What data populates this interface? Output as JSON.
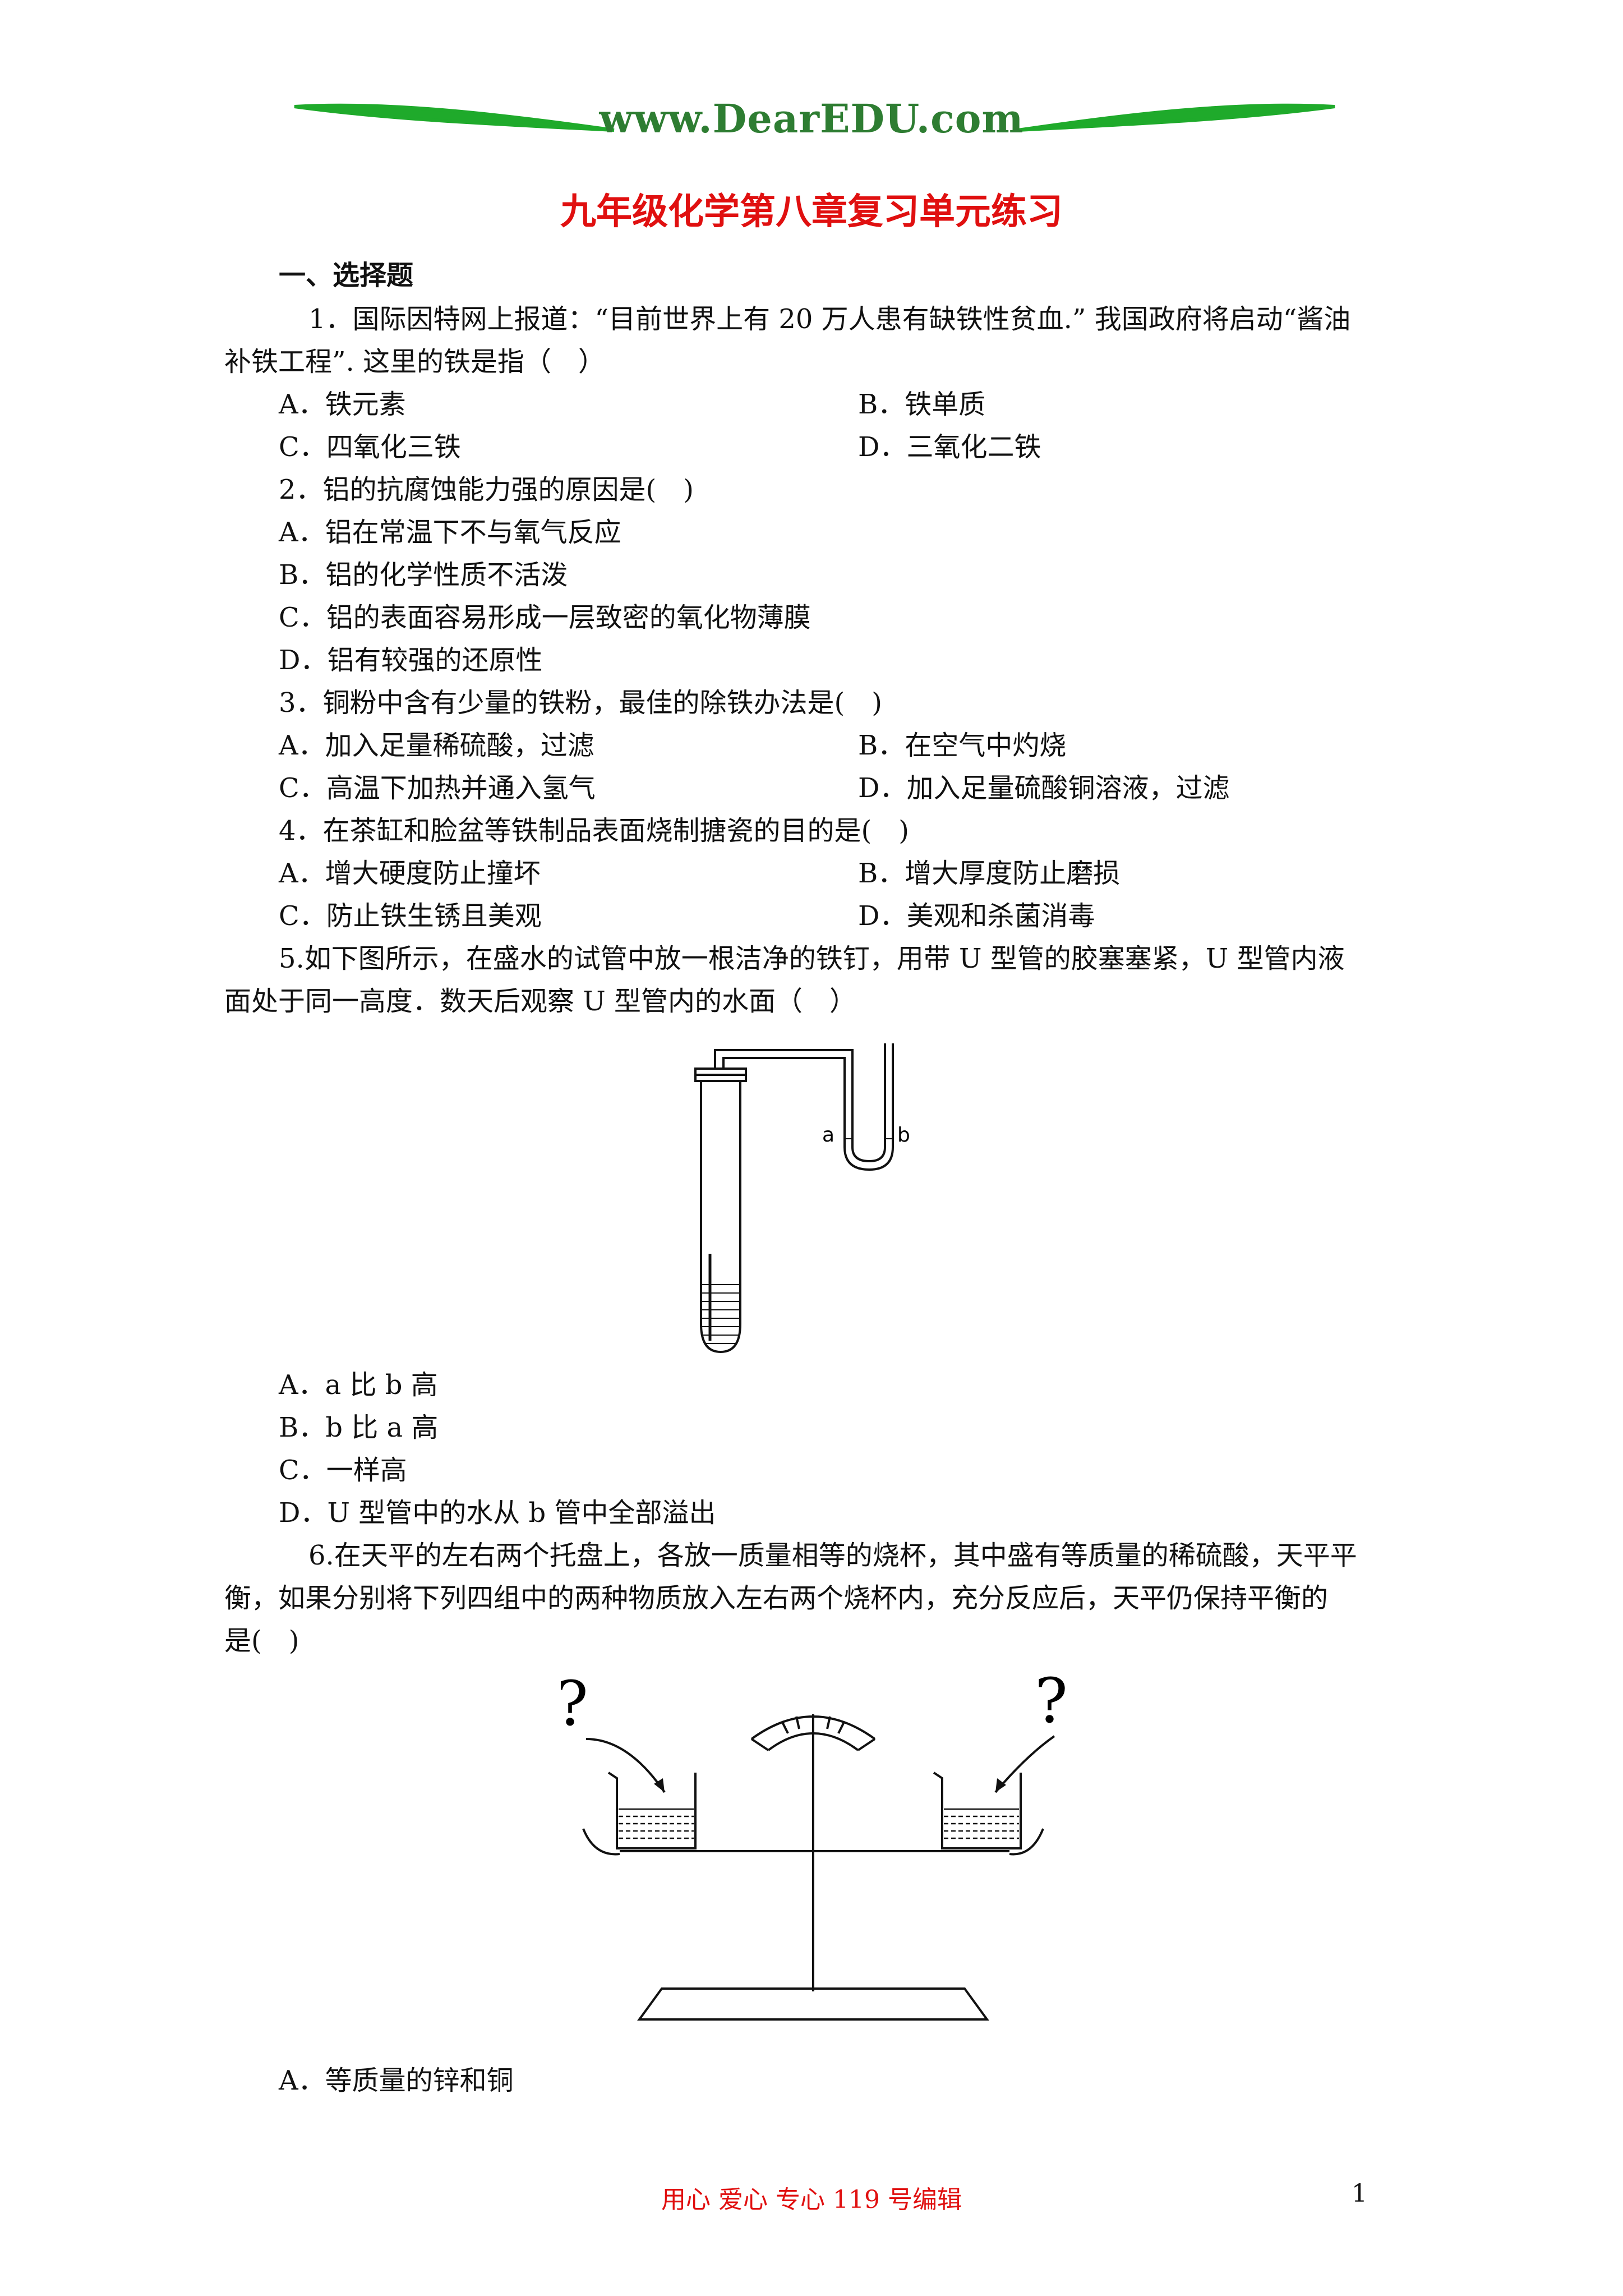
{
  "header": {
    "logo_text": "www.DearEDU.com",
    "logo_color": "#2e7d32",
    "swoosh_color": "#1faa2b"
  },
  "title": "九年级化学第八章复习单元练习",
  "title_color": "#e01010",
  "section1": "一、选择题",
  "q1": {
    "line1": "1．国际因特网上报道：“目前世界上有 20 万人患有缺铁性贫血.” 我国政府将启动“酱油",
    "line2": "补铁工程”. 这里的铁是指（　）",
    "a": "A．铁元素",
    "b": "B．铁单质",
    "c": "C．四氧化三铁",
    "d": "D．三氧化二铁"
  },
  "q2": {
    "stem": "2．铝的抗腐蚀能力强的原因是(　)",
    "a": "A．铝在常温下不与氧气反应",
    "b": "B．铝的化学性质不活泼",
    "c": "C．铝的表面容易形成一层致密的氧化物薄膜",
    "d": "D．铝有较强的还原性"
  },
  "q3": {
    "stem": "3．铜粉中含有少量的铁粉，最佳的除铁办法是(　)",
    "a": "A．加入足量稀硫酸，过滤",
    "b": "B．在空气中灼烧",
    "c": "C．高温下加热并通入氢气",
    "d": "D．加入足量硫酸铜溶液，过滤"
  },
  "q4": {
    "stem": "4．在茶缸和脸盆等铁制品表面烧制搪瓷的目的是(　)",
    "a": "A．增大硬度防止撞坏",
    "b": "B．增大厚度防止磨损",
    "c": "C．防止铁生锈且美观",
    "d": "D．美观和杀菌消毒"
  },
  "q5": {
    "line1": "5.如下图所示，在盛水的试管中放一根洁净的铁钉，用带 U 型管的胶塞塞紧，U 型管内液",
    "line2": "面处于同一高度．数天后观察 U 型管内的水面（　）",
    "label_a": "a",
    "label_b": "b",
    "a": "A．a 比 b 高",
    "b": "B．b 比 a 高",
    "c": "C．一样高",
    "d": "D．U 型管中的水从 b 管中全部溢出"
  },
  "q6": {
    "line1": "6.在天平的左右两个托盘上，各放一质量相等的烧杯，其中盛有等质量的稀硫酸，天平平",
    "line2": "衡，如果分别将下列四组中的两种物质放入左右两个烧杯内，充分反应后，天平仍保持平衡的",
    "line3": "是(　)",
    "qmark_left": "?",
    "qmark_right": "?",
    "a": "A．等质量的锌和铜"
  },
  "footer": "用心  爱心  专心    119 号编辑",
  "page_number": "1"
}
